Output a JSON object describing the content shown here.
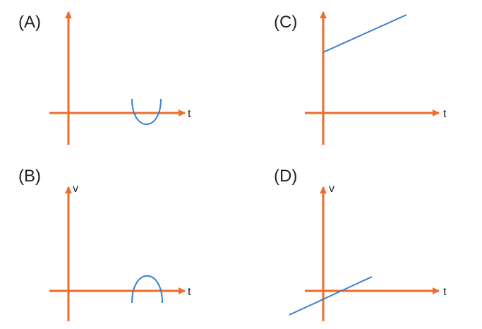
{
  "colors": {
    "axis": "#ee6b2b",
    "curve": "#3a7fd0",
    "text": "#222222"
  },
  "panels": [
    {
      "id": "A",
      "label": "(A)",
      "y_axis_label": "",
      "x_axis_label": "t",
      "curve": "u-shaped arc below the t-axis, open at the top"
    },
    {
      "id": "B",
      "label": "(B)",
      "y_axis_label": "v",
      "x_axis_label": "t",
      "curve": "inverted-u arc above the t-axis, open at the bottom"
    },
    {
      "id": "C",
      "label": "(C)",
      "y_axis_label": "",
      "x_axis_label": "t",
      "curve": "straight line with positive slope and positive intercept"
    },
    {
      "id": "D",
      "label": "(D)",
      "y_axis_label": "v",
      "x_axis_label": "t",
      "curve": "straight line with positive slope and negative intercept"
    }
  ]
}
